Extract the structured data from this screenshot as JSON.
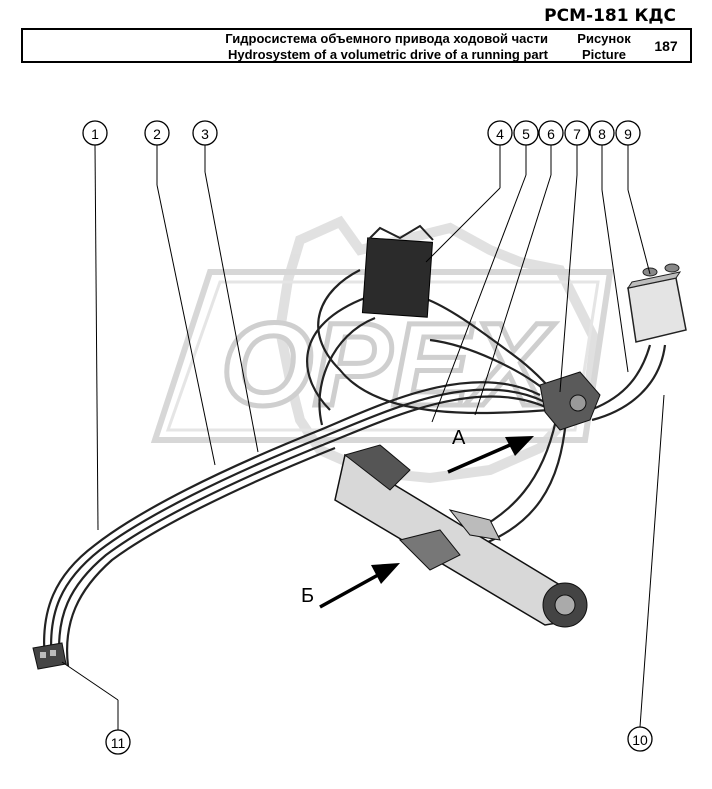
{
  "header": {
    "model": "РСМ-181 КДС",
    "title_ru": "Гидросистема объемного привода ходовой части",
    "title_en": "Hydrosystem of a volumetric drive of a running part",
    "picture_ru": "Рисунок",
    "picture_en": "Picture",
    "figure_number": "187"
  },
  "watermark": "OPEX",
  "callouts": [
    "1",
    "2",
    "3",
    "4",
    "5",
    "6",
    "7",
    "8",
    "9",
    "10",
    "11"
  ],
  "view_labels": {
    "a": "А",
    "b": "Б"
  }
}
